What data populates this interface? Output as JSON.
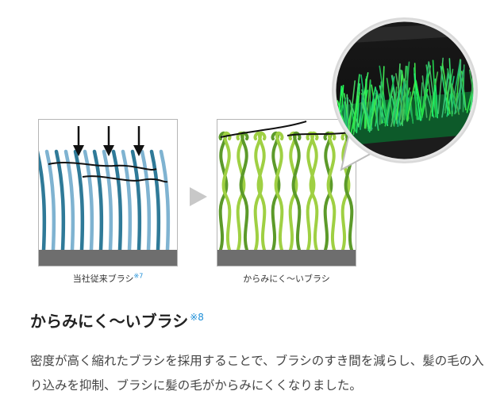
{
  "colors": {
    "note_blue": "#1e8fd8",
    "old_bristle_dark": "#2f7a98",
    "old_bristle_light": "#7fb3d1",
    "new_bristle_dark": "#5c9a2a",
    "new_bristle_light": "#9fd043",
    "base_gray": "#6e6e6e",
    "arrow_gray": "#c8c8c8",
    "zoom_green": "#2ee06a"
  },
  "comparison": {
    "old": {
      "caption": "当社従来ブラシ",
      "note": "※7"
    },
    "new": {
      "caption": "からみにく〜いブラシ"
    }
  },
  "heading": {
    "title": "からみにく〜いブラシ",
    "note": "※8"
  },
  "body": {
    "text": "密度が高く縮れたブラシを採用することで、ブラシのすき間を減らし、髪の毛の入り込みを抑制、ブラシに髪の毛がからみにくくなりました。"
  },
  "icons": {
    "down_arrow": "down-arrow-icon",
    "next_arrow": "triangle-right-icon"
  }
}
